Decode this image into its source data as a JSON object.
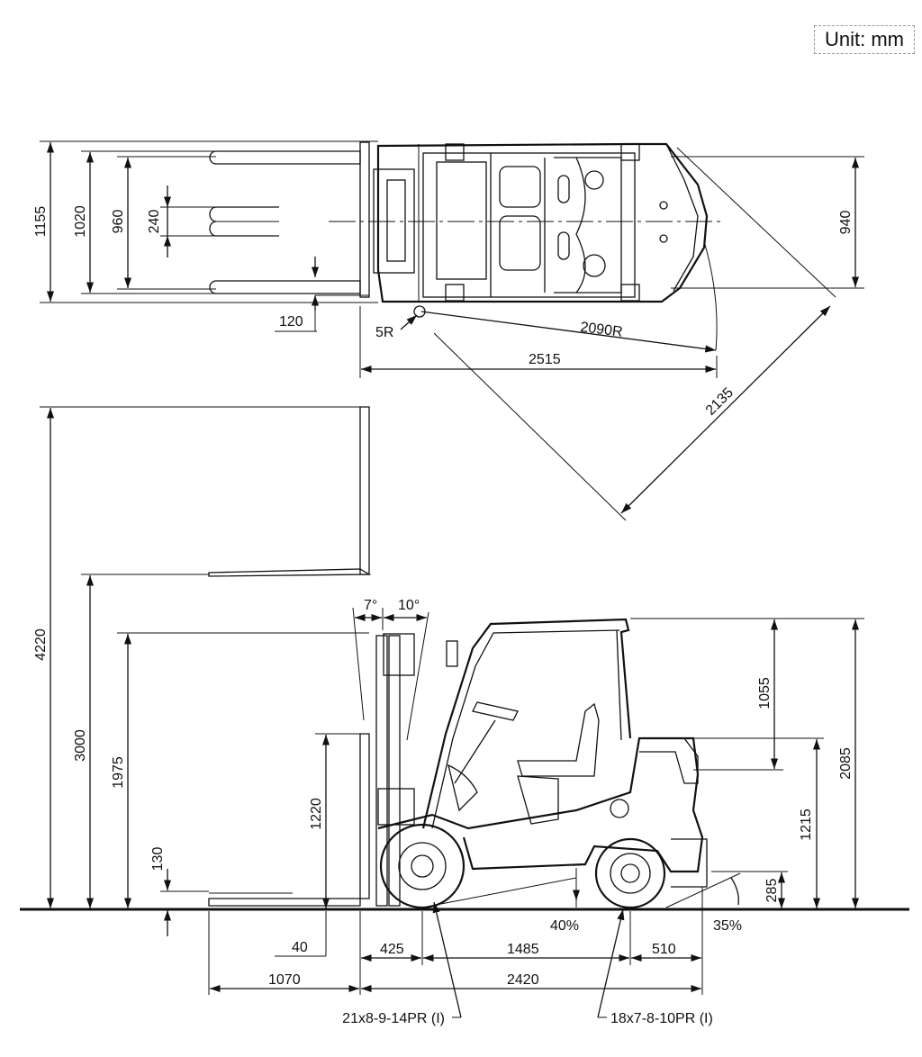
{
  "unit_label": "Unit: mm",
  "top_view": {
    "width_overall": "1155",
    "width_outer_forks": "1020",
    "width_inner_forks": "960",
    "fork_gap": "240",
    "fork_thickness_offset": "120",
    "min_turning_radius_inner": "5R",
    "outer_turning_radius": "2090R",
    "overall_length_top": "2515",
    "rear_width": "940",
    "aisle_diagonal": "2135"
  },
  "side_view": {
    "max_lift_height": "4220",
    "free_lift": "3000",
    "mast_lowered_height": "1975",
    "fork_lift_low": "1220",
    "fork_thickness": "130",
    "ground_clearance": "40",
    "tilt_forward": "7°",
    "tilt_backward": "10°",
    "overhead_guard_height": "1055",
    "overall_height": "2085",
    "seat_height": "1215",
    "rear_clearance": "285",
    "front_overhang": "425",
    "wheelbase": "1485",
    "rear_overhang": "510",
    "fork_length": "1070",
    "length_to_fork_face": "2420",
    "gradeability_front": "40%",
    "gradeability_rear": "35%",
    "front_tire": "21x8-9-14PR (I)",
    "rear_tire": "18x7-8-10PR (I)"
  }
}
